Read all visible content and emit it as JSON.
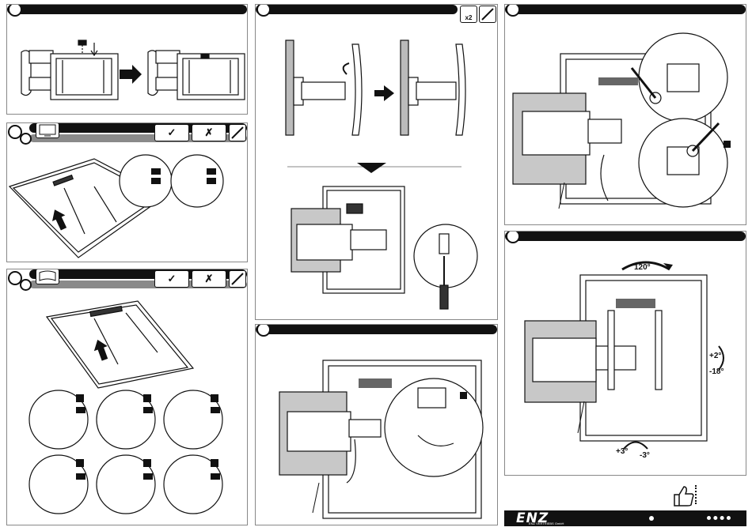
{
  "icons": {
    "hardware_x2": "x2",
    "wrench": "wrench-icon",
    "check": "✓",
    "cross": "✗",
    "pen": "pen-icon"
  },
  "angles": {
    "swivel": "120°",
    "tilt_up": "+2°",
    "tilt_down": "-18°",
    "level_plus": "+3°",
    "level_minus": "-3°"
  },
  "brand": {
    "logo": "ENZ",
    "tagline": "ENZ VERTRIEBS GmbH"
  },
  "colors": {
    "bar": "#111111",
    "wall": "#c8c8c8",
    "accent_gray": "#8a8a8a"
  }
}
